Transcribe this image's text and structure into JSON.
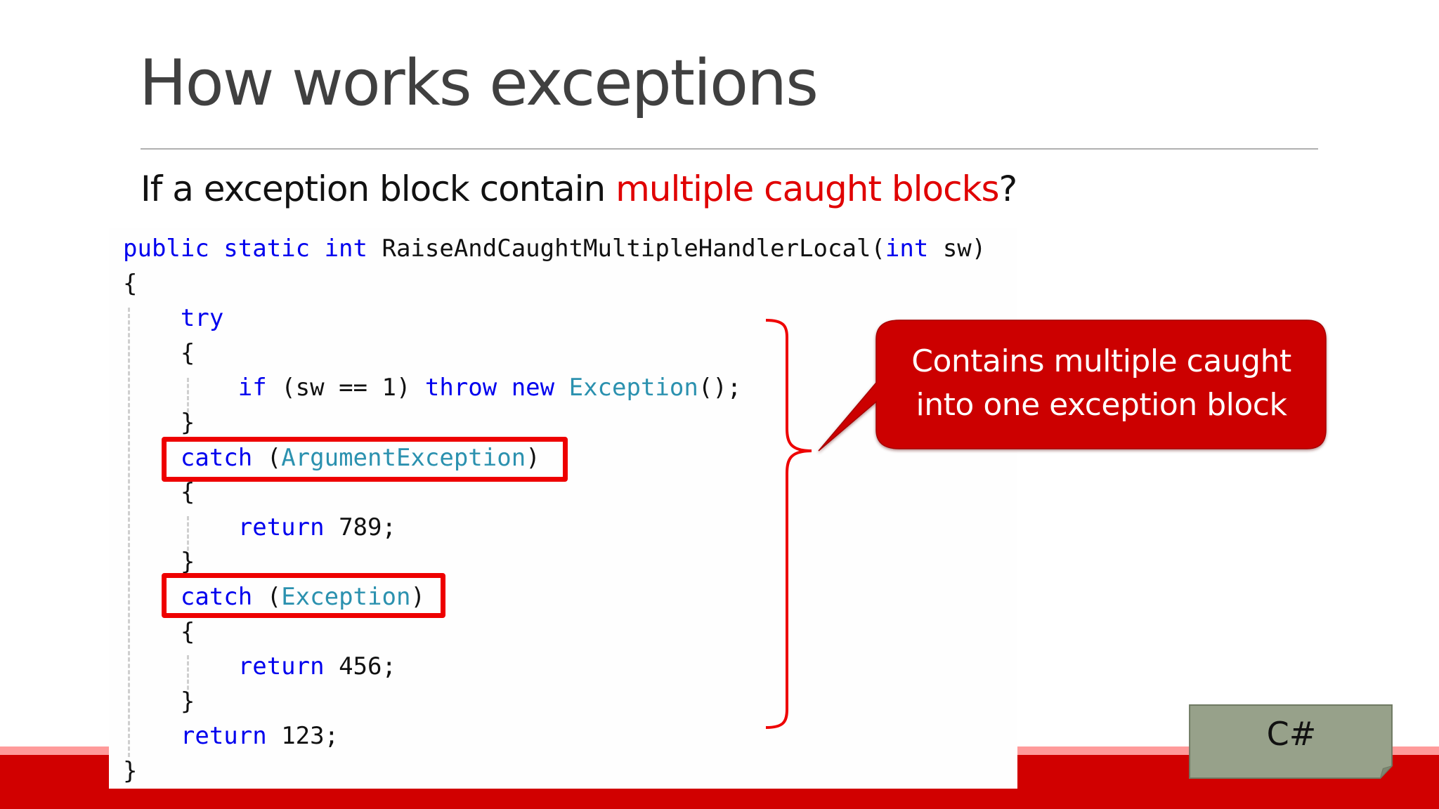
{
  "slide": {
    "title": "How works exceptions",
    "subtitle": {
      "prefix": "If a exception block contain ",
      "highlight": "multiple caught blocks",
      "suffix": "?"
    },
    "colors": {
      "accent_red": "#d10000",
      "highlight_red": "#ee0000",
      "keyword_blue": "#0000ee",
      "type_teal": "#2b91af",
      "note_green": "#97a18a",
      "title_gray": "#404040"
    }
  },
  "code": {
    "language": "C#",
    "lines": [
      {
        "indent": "",
        "tokens": [
          {
            "t": "public static int",
            "c": "kw"
          },
          {
            "t": " RaiseAndCaughtMultipleHandlerLocal(",
            "c": ""
          },
          {
            "t": "int",
            "c": "kw"
          },
          {
            "t": " sw)",
            "c": ""
          }
        ]
      },
      {
        "indent": "",
        "tokens": [
          {
            "t": "{",
            "c": ""
          }
        ]
      },
      {
        "indent": "    ",
        "tokens": [
          {
            "t": "try",
            "c": "kw"
          }
        ]
      },
      {
        "indent": "    ",
        "tokens": [
          {
            "t": "{",
            "c": ""
          }
        ]
      },
      {
        "indent": "        ",
        "tokens": [
          {
            "t": "if",
            "c": "kw"
          },
          {
            "t": " (sw == 1) ",
            "c": ""
          },
          {
            "t": "throw new",
            "c": "kw"
          },
          {
            "t": " ",
            "c": ""
          },
          {
            "t": "Exception",
            "c": "ty"
          },
          {
            "t": "();",
            "c": ""
          }
        ]
      },
      {
        "indent": "    ",
        "tokens": [
          {
            "t": "}",
            "c": ""
          }
        ]
      },
      {
        "indent": "    ",
        "tokens": [
          {
            "t": "catch",
            "c": "kw"
          },
          {
            "t": " (",
            "c": ""
          },
          {
            "t": "ArgumentException",
            "c": "ty"
          },
          {
            "t": ")",
            "c": ""
          }
        ]
      },
      {
        "indent": "    ",
        "tokens": [
          {
            "t": "{",
            "c": ""
          }
        ]
      },
      {
        "indent": "        ",
        "tokens": [
          {
            "t": "return",
            "c": "kw"
          },
          {
            "t": " 789;",
            "c": ""
          }
        ]
      },
      {
        "indent": "    ",
        "tokens": [
          {
            "t": "}",
            "c": ""
          }
        ]
      },
      {
        "indent": "    ",
        "tokens": [
          {
            "t": "catch",
            "c": "kw"
          },
          {
            "t": " (",
            "c": ""
          },
          {
            "t": "Exception",
            "c": "ty"
          },
          {
            "t": ")",
            "c": ""
          }
        ]
      },
      {
        "indent": "    ",
        "tokens": [
          {
            "t": "{",
            "c": ""
          }
        ]
      },
      {
        "indent": "        ",
        "tokens": [
          {
            "t": "return",
            "c": "kw"
          },
          {
            "t": " 456;",
            "c": ""
          }
        ]
      },
      {
        "indent": "    ",
        "tokens": [
          {
            "t": "}",
            "c": ""
          }
        ]
      },
      {
        "indent": "    ",
        "tokens": [
          {
            "t": "return",
            "c": "kw"
          },
          {
            "t": " 123;",
            "c": ""
          }
        ]
      },
      {
        "indent": "",
        "tokens": [
          {
            "t": "}",
            "c": ""
          }
        ]
      }
    ],
    "highlighted_lines": [
      6,
      10
    ]
  },
  "callout": {
    "line1": "Contains multiple caught",
    "line2": "into one exception block"
  },
  "note": {
    "label": "C#"
  }
}
